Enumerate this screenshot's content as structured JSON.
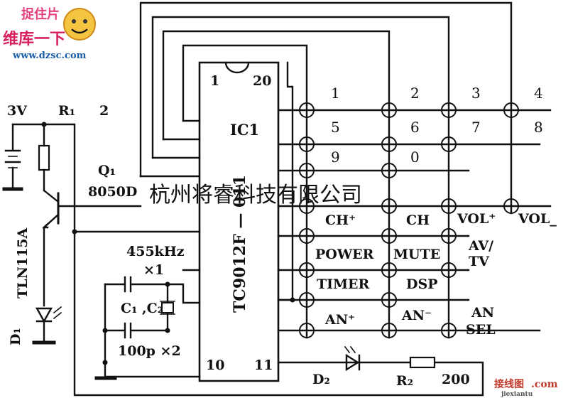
{
  "logo": {
    "title": "捉住片",
    "subtitle": "维库一下",
    "url": "www.dzsc.com"
  },
  "footer_logo": {
    "text": "接线图",
    "suffix": ".com",
    "domain": "jiexiantu"
  },
  "watermark": "杭州将睿科技有限公司",
  "ic": {
    "name": "IC1",
    "part": "TC9012F — 011",
    "pin_1": "1",
    "pin_20": "20",
    "pin_10": "10",
    "pin_11": "11"
  },
  "power": {
    "supply": "3V",
    "r1": "R₁",
    "two": "2",
    "q1": "Q₁",
    "q1_type": "8050D",
    "d1": "D₁",
    "tln": "TLN115A"
  },
  "osc": {
    "freq": "455kHz",
    "mult": "×1",
    "caps": "C₁ ,C₂",
    "cap_val": "100p ×2"
  },
  "bottom": {
    "d2": "D₂",
    "r2": "R₂",
    "r2_val": "200"
  },
  "keys": {
    "k1": "1",
    "k2": "2",
    "k3": "3",
    "k4": "4",
    "k5": "5",
    "k6": "6",
    "k7": "7",
    "k8": "8",
    "k9": "9",
    "k0": "0",
    "ch_plus": "CH⁺",
    "ch": "CH",
    "vol_plus": "VOL⁺",
    "vol_minus": "VOL_",
    "power": "POWER",
    "mute": "MUTE",
    "av": "AV/",
    "tv": "TV",
    "timer": "TIMER",
    "dsp": "DSP",
    "an_plus": "AN⁺",
    "an_minus": "AN⁻",
    "an": "AN",
    "sel": "SEL"
  }
}
